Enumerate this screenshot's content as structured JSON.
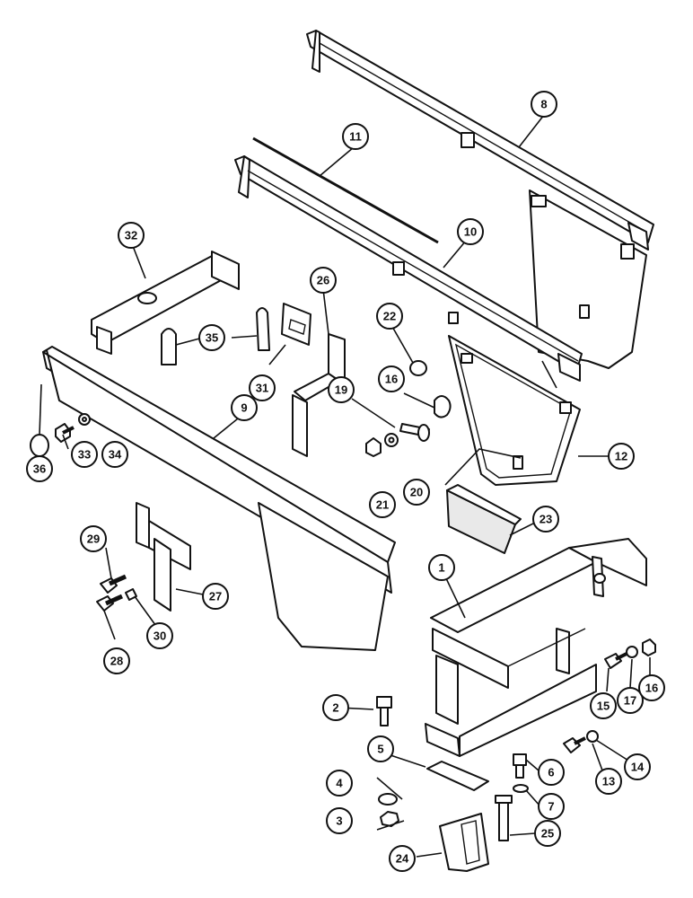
{
  "diagram": {
    "callouts": [
      {
        "id": "1",
        "label": "1"
      },
      {
        "id": "2",
        "label": "2"
      },
      {
        "id": "3",
        "label": "3"
      },
      {
        "id": "4",
        "label": "4"
      },
      {
        "id": "5",
        "label": "5"
      },
      {
        "id": "6",
        "label": "6"
      },
      {
        "id": "7",
        "label": "7"
      },
      {
        "id": "8",
        "label": "8"
      },
      {
        "id": "9",
        "label": "9"
      },
      {
        "id": "10",
        "label": "10"
      },
      {
        "id": "11",
        "label": "11"
      },
      {
        "id": "12",
        "label": "12"
      },
      {
        "id": "13",
        "label": "13"
      },
      {
        "id": "14",
        "label": "14"
      },
      {
        "id": "15",
        "label": "15"
      },
      {
        "id": "16a",
        "label": "16"
      },
      {
        "id": "16b",
        "label": "16"
      },
      {
        "id": "17",
        "label": "17"
      },
      {
        "id": "19",
        "label": "19"
      },
      {
        "id": "20",
        "label": "20"
      },
      {
        "id": "21",
        "label": "21"
      },
      {
        "id": "22",
        "label": "22"
      },
      {
        "id": "23",
        "label": "23"
      },
      {
        "id": "24",
        "label": "24"
      },
      {
        "id": "25",
        "label": "25"
      },
      {
        "id": "26",
        "label": "26"
      },
      {
        "id": "27",
        "label": "27"
      },
      {
        "id": "28",
        "label": "28"
      },
      {
        "id": "29",
        "label": "29"
      },
      {
        "id": "30",
        "label": "30"
      },
      {
        "id": "31",
        "label": "31"
      },
      {
        "id": "32",
        "label": "32"
      },
      {
        "id": "33",
        "label": "33"
      },
      {
        "id": "34",
        "label": "34"
      },
      {
        "id": "35",
        "label": "35"
      },
      {
        "id": "36",
        "label": "36"
      }
    ]
  }
}
